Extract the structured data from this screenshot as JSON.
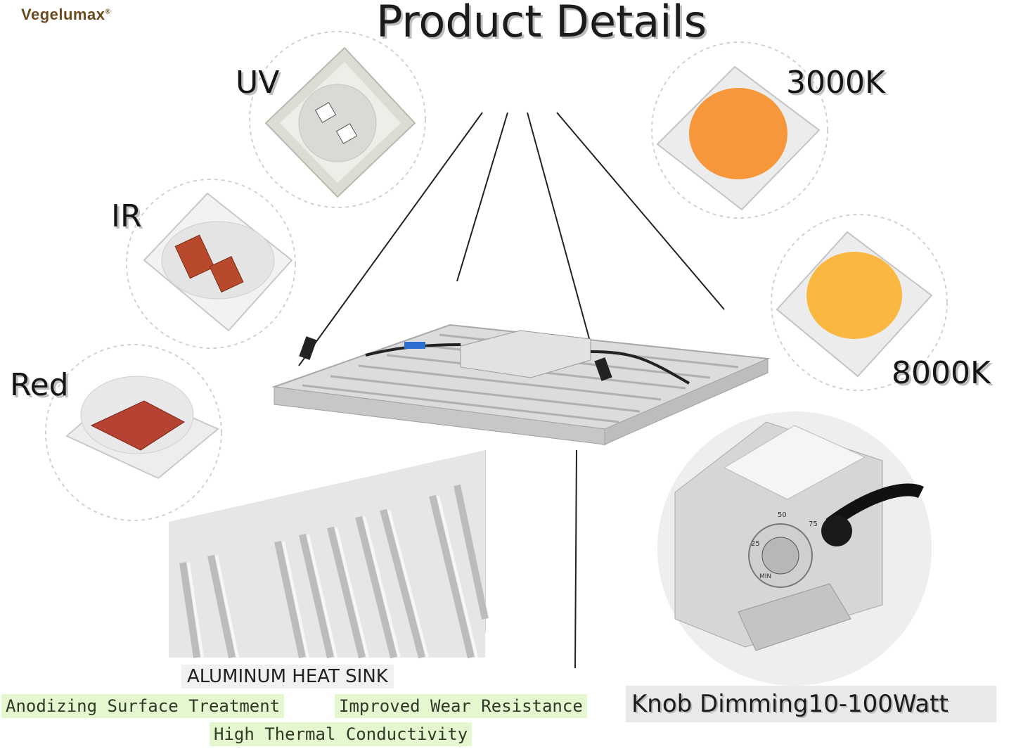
{
  "brand": {
    "name": "Vegelumax",
    "mark": "®"
  },
  "title": "Product Details",
  "leds": {
    "uv": "UV",
    "ir": "IR",
    "red": "Red",
    "warm": "3000K",
    "cool": "8000K"
  },
  "captions": {
    "heat_sink": "ALUMINUM HEAT SINK",
    "anodizing": "Anodizing Surface Treatment",
    "wear": "Improved Wear Resistance",
    "thermal": "High Thermal Conductivity",
    "knob": "Knob Dimming10-100Watt"
  },
  "dial": {
    "t25": "25",
    "t50": "50",
    "t75": "75",
    "min": "MIN"
  },
  "colors": {
    "warm_led": "#f5973a",
    "cool_led": "#fbb840",
    "red_chip": "#b54232",
    "ir_chip": "#b8492c",
    "caption_green": "#e5f7cf"
  }
}
